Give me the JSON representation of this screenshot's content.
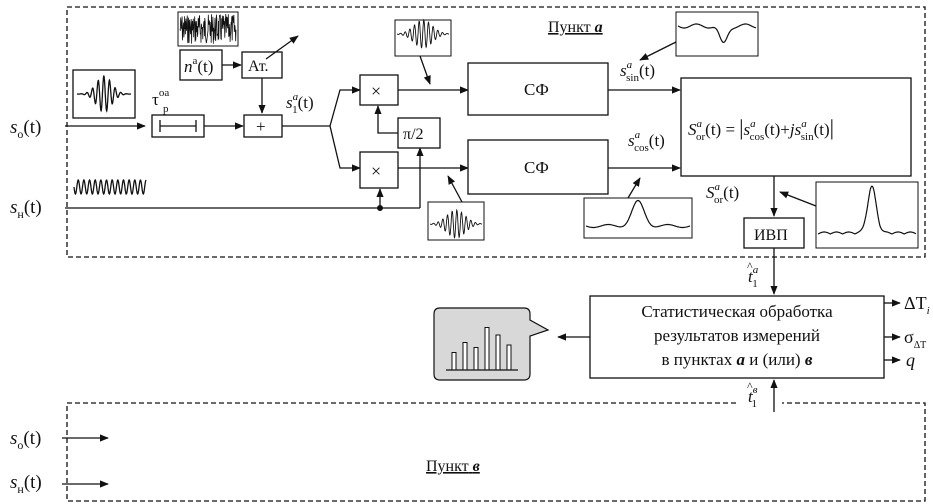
{
  "region_a": {
    "title": "Пункт",
    "letter": "а"
  },
  "region_b": {
    "title": "Пункт",
    "letter": "в"
  },
  "signals": {
    "s_o": {
      "main": "s",
      "sub": "о",
      "arg": "(t)"
    },
    "s_n": {
      "main": "s",
      "sub": "н",
      "arg": "(t)"
    },
    "s_o_b": {
      "main": "s",
      "sub": "о",
      "arg": "(t)"
    },
    "s_n_b": {
      "main": "s",
      "sub": "н",
      "arg": "(t)"
    },
    "noise": {
      "main": "n",
      "sup": "а",
      "arg": "(t)"
    },
    "tau": {
      "main": "τ",
      "sup": "оа",
      "sub": "р"
    },
    "s1": {
      "main": "s",
      "sup": "a",
      "sub": "1",
      "arg": "(t)"
    },
    "s_sin": {
      "main": "s",
      "sup": "a",
      "sub": "sin",
      "arg": "(t)"
    },
    "s_cos": {
      "main": "s",
      "sup": "a",
      "sub": "cos",
      "arg": "(t)"
    },
    "S_or": {
      "main": "S",
      "sup": "a",
      "sub": "or",
      "arg": "(t)"
    },
    "t1_a": {
      "main": "t",
      "hat": "^",
      "sup": "a",
      "sub": "1"
    },
    "t1_b": {
      "main": "t",
      "hat": "^",
      "sup": "в",
      "sub": "1"
    }
  },
  "blocks": {
    "attenuator": "Ат.",
    "adder": "+",
    "mult": "×",
    "phase": "π/2",
    "filter": "СФ",
    "ivp": "ИВП"
  },
  "formula": {
    "lhs_main": "S",
    "lhs_sup": "a",
    "lhs_sub": "or",
    "lhs_arg": "(t) =",
    "p1": "s",
    "p1_sup": "a",
    "p1_sub": "cos",
    "p1_arg": "(t)+",
    "j": "j",
    "p2": "s",
    "p2_sup": "a",
    "p2_sub": "sin",
    "p2_arg": "(t)"
  },
  "stats": {
    "line1": "Статистическая обработка",
    "line2": "результатов измерений",
    "line3_pre": "в пунктах",
    "line3_a": "а",
    "line3_mid": "и (или)",
    "line3_b": "в"
  },
  "outputs": {
    "dT": "ΔT",
    "dT_sub": "i",
    "sigma": "σ",
    "sigma_sub": "ΔT",
    "q": "q"
  },
  "histogram_bars": [
    0.35,
    0.55,
    0.45,
    0.85,
    0.7,
    0.5
  ]
}
